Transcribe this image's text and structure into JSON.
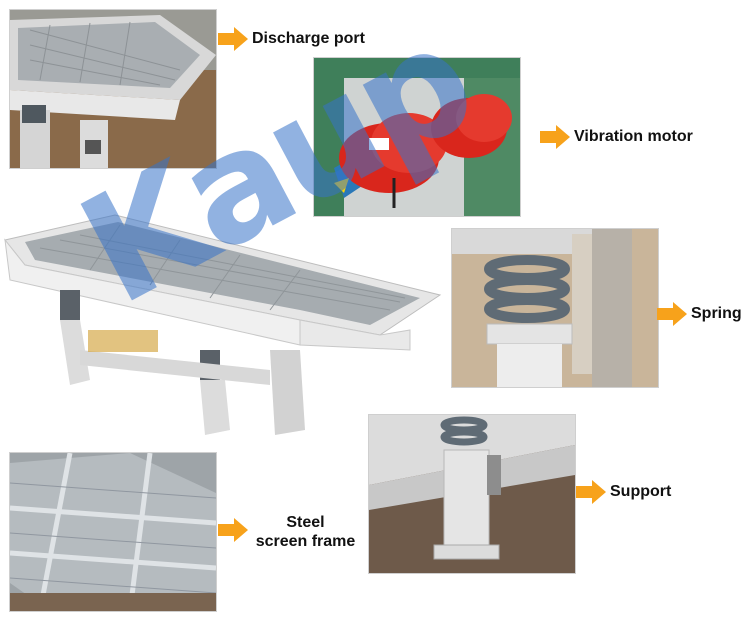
{
  "labels": {
    "discharge_port": "Discharge port",
    "vibration_motor": "Vibration motor",
    "spring": "Spring",
    "support": "Support",
    "steel_frame_line1": "Steel",
    "steel_frame_line2": "screen frame"
  },
  "watermark": "Kaup",
  "colors": {
    "arrow": "#f7a21b",
    "motor": "#d9261c",
    "motor_base": "#2a78b8",
    "machine": "#e3e3e3",
    "spring": "#5f6b75",
    "watermark": "#3773c8"
  },
  "icons": [
    "arrow-right-icon"
  ]
}
